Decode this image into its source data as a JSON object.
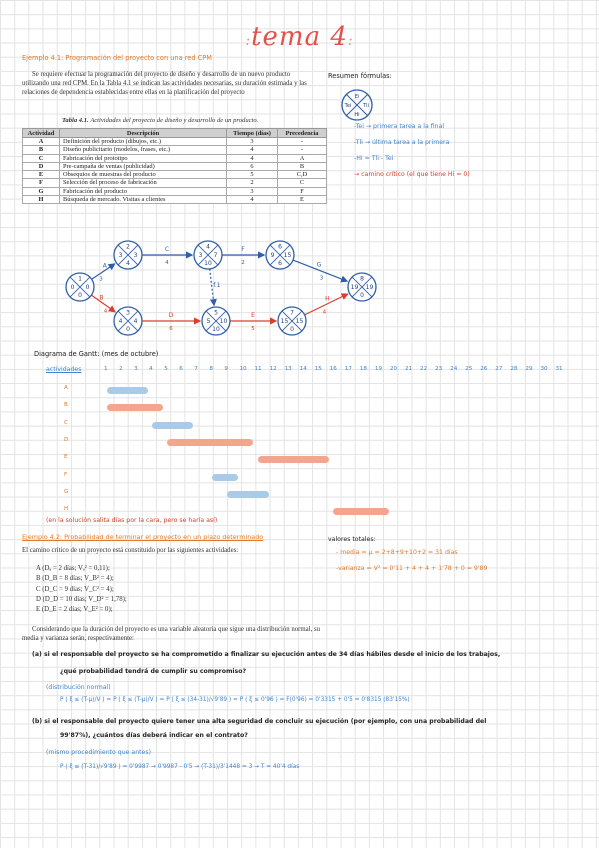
{
  "title": "tema 4",
  "example1": {
    "heading": "Ejemplo 4.1: Programación del proyecto con una red CPM",
    "intro": "Se requiere efectuar la programación del proyecto de diseño y desarrollo de un nuevo producto utilizando una red CPM. En la Tabla 4.1 se indican las actividades necesarias, su duración estimada y las relaciones de dependencia establecidas entre ellas en la planificación del proyecto",
    "table_caption_num": "Tabla 4.1.",
    "table_caption": "Actividades del proyecto de diseño y desarrollo de un producto.",
    "headers": [
      "Actividad",
      "Descripción",
      "Tiempo (días)",
      "Precedencia"
    ],
    "rows": [
      [
        "A",
        "Definición del producto (dibujos, etc.)",
        "3",
        "-"
      ],
      [
        "B",
        "Diseño publicitario (modelos, frases, etc.)",
        "4",
        "-"
      ],
      [
        "C",
        "Fabricación del prototipo",
        "4",
        "A"
      ],
      [
        "D",
        "Pre-campaña de ventas (publicidad)",
        "6",
        "B"
      ],
      [
        "E",
        "Obsequios de muestras del producto",
        "5",
        "C,D"
      ],
      [
        "F",
        "Selección del proceso de fabricación",
        "2",
        "C"
      ],
      [
        "G",
        "Fabricación del producto",
        "3",
        "F"
      ],
      [
        "H",
        "Búsqueda de mercado. Visitas a clientes",
        "4",
        "E"
      ]
    ]
  },
  "formulas": {
    "heading": "Resumen fórmulas:",
    "lines": [
      "-Tei → primera tarea a la final",
      "-Tli → última tarea a la primera",
      "-Hi = Tli - Tei",
      "→ camino crítico (el que tiene Hi = 0)"
    ],
    "legend_nodes": [
      "Ei",
      "Tei",
      "Tli",
      "Hi"
    ]
  },
  "network": {
    "nodes": [
      {
        "id": "1",
        "n": "0",
        "tl": "0",
        "h": "0"
      },
      {
        "id": "2",
        "n": "3",
        "tl": "3",
        "h": "4"
      },
      {
        "id": "3",
        "n": "4",
        "tl": "4",
        "h": "0"
      },
      {
        "id": "4",
        "n": "3",
        "tl": "7",
        "h": "10"
      },
      {
        "id": "5",
        "n": "5",
        "tl": "10",
        "h": "10"
      },
      {
        "id": "6",
        "n": "9",
        "tl": "15",
        "h": "6"
      },
      {
        "id": "7",
        "n": "15",
        "tl": "15",
        "h": "0"
      },
      {
        "id": "8",
        "n": "19",
        "tl": "19",
        "h": "0"
      }
    ],
    "edges": [
      {
        "label": "A",
        "dur": "3"
      },
      {
        "label": "B",
        "dur": "4"
      },
      {
        "label": "C",
        "dur": "4"
      },
      {
        "label": "D",
        "dur": "6"
      },
      {
        "label": "E",
        "dur": "5"
      },
      {
        "label": "F",
        "dur": "2"
      },
      {
        "label": "G",
        "dur": "3"
      },
      {
        "label": "H",
        "dur": "4"
      },
      {
        "label": "f.1",
        "dur": "0"
      }
    ]
  },
  "gantt": {
    "heading": "Diagrama de Gantt:",
    "subheading": "(mes de octubre)",
    "activities_label": "actividades",
    "days": [
      "1",
      "2",
      "3",
      "4",
      "5",
      "6",
      "7",
      "8",
      "9",
      "10",
      "11",
      "12",
      "13",
      "14",
      "15",
      "16",
      "17",
      "18",
      "19",
      "20",
      "21",
      "22",
      "23",
      "24",
      "25",
      "26",
      "27",
      "28",
      "29",
      "30",
      "31"
    ],
    "tasks": [
      {
        "label": "A",
        "start": 1,
        "end": 3,
        "color": "#a9cbe8"
      },
      {
        "label": "B",
        "start": 1,
        "end": 4,
        "color": "#f3a58f"
      },
      {
        "label": "C",
        "start": 4,
        "end": 6,
        "color": "#a9cbe8"
      },
      {
        "label": "D",
        "start": 5,
        "end": 10,
        "color": "#f3a58f"
      },
      {
        "label": "E",
        "start": 11,
        "end": 15,
        "color": "#f3a58f"
      },
      {
        "label": "F",
        "start": 8,
        "end": 9,
        "color": "#a9cbe8"
      },
      {
        "label": "G",
        "start": 9,
        "end": 11,
        "color": "#a9cbe8"
      },
      {
        "label": "H",
        "start": 16,
        "end": 19,
        "color": "#f3a58f"
      }
    ],
    "note": "(en la solución salita días por la cara, pero se haría así)"
  },
  "example2": {
    "heading": "Ejemplo 4.2: Probabilidad de terminar el proyecto en un plazo determinado",
    "intro": "El camino crítico de un proyecto está constituido por las siguientes actividades:",
    "items": [
      "A (Dₐ = 2 días; Vₐ² = 0,11);",
      "B (D_B = 8 días; V_B² = 4);",
      "C (D_C = 9 días; V_C² = 4);",
      "D (D_D = 10 días; V_D² = 1,78);",
      "E (D_E = 2 días; V_E² = 0);"
    ],
    "para": "Considerando que la duración del proyecto es una variable aleatoria que sigue una distribución normal, su media y varianza serán, respectivamente:",
    "totals_heading": "valores totales:",
    "totals": [
      "- media = µ = 2+8+9+10+2 = 31 días",
      "-varianza = V² = 0'11 + 4 + 4 + 1'78 + 0 = 9'89"
    ],
    "qa": "(a) si el responsable del proyecto se ha comprometido a finalizar su ejecución antes de 34 días hábiles desde el inicio de los trabajos,",
    "qa2": "¿qué probabilidad tendrá de cumplir su compromiso?",
    "qa_note": "(distribución normal)",
    "qa_formula": "P ( ξ ≤ (T-µ)/V ) = P ( ξ ≤ (T-µ)/V ) = P ( ξ ≤ (34-31)/√9'89 ) = P ( ξ ≤ 0'96 ) = F(0'96) = 0'3315 + 0'5 = 0'8315 (83'15%)",
    "qb": "(b) si el responsable del proyecto quiere tener una alta seguridad de concluir su ejecución (por ejemplo, con una probabilidad del",
    "qb2": "99'87%), ¿cuántos días deberá indicar en el contrato?",
    "qb_note": "(mismo procedimiento que antes)",
    "qb_formula": "P ( ξ ≤ (T-31)/√9'89 ) = 0'9987 → 0'9987 - 0'5  →  (T-31)/3'1448 = 3  →  T = 40'4 días"
  }
}
